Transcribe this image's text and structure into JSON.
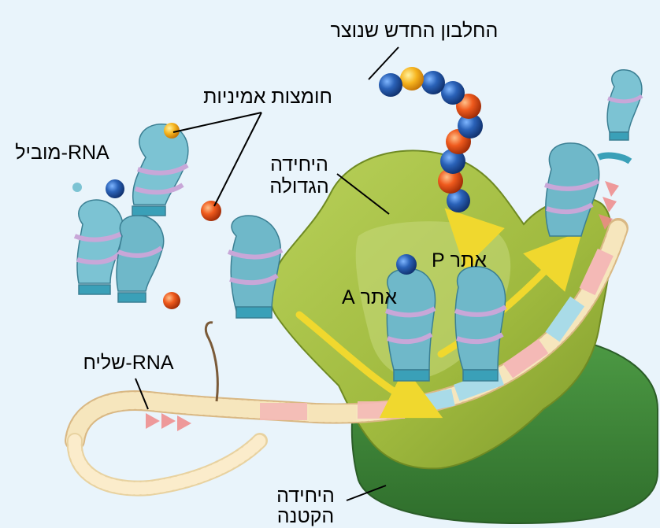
{
  "labels": {
    "new_protein": "החלבון החדש שנוצר",
    "amino_acids": "חומצות אמיניות",
    "trna": "RNA-מוביל",
    "large_subunit_line1": "היחידה",
    "large_subunit_line2": "הגדולה",
    "p_site": "אתר P",
    "a_site": "אתר A",
    "mrna": "RNA-שליח",
    "small_subunit_line1": "היחידה",
    "small_subunit_line2": "הקטנה"
  },
  "colors": {
    "background": "#e9f4fb",
    "large_subunit": "#a9c245",
    "small_subunit": "#3f8d3a",
    "trna_body": "#6fb8c9",
    "amino_acid_blue": "#1d4f9e",
    "amino_acid_orange": "#e5501c",
    "mrna_strand": "#f2dfb0",
    "arrow": "#f3e34a"
  }
}
